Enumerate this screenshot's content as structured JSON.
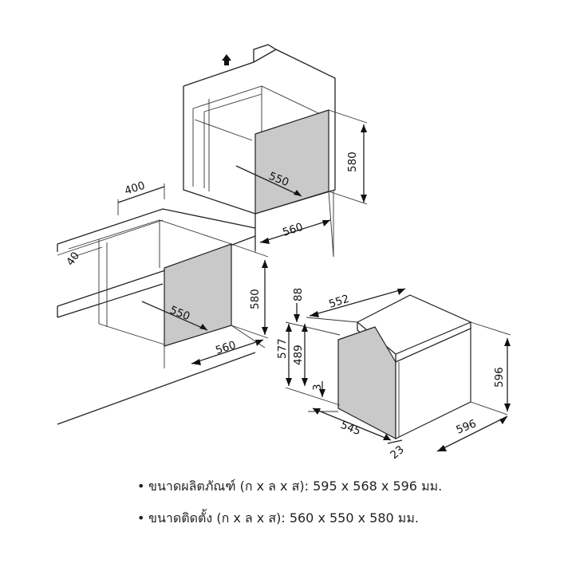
{
  "dimensions": {
    "upper_width": "560",
    "upper_depth": "550",
    "upper_height": "580",
    "lower_top_offset": "400",
    "lower_left_offset": "40",
    "lower_width": "560",
    "lower_depth": "550",
    "lower_height": "580",
    "oven_top_depth": "552",
    "oven_top_offset": "88",
    "oven_height_577": "577",
    "oven_height_489": "489",
    "oven_gap_3": "3",
    "oven_body_depth": "545",
    "oven_door_depth": "23",
    "oven_width": "596",
    "oven_height": "596"
  },
  "specs": [
    "ขนาดผลิตภัณฑ์ (ก x ล x ส): 595 x 568 x 596 มม.",
    "ขนาดติดตั้ง (ก x ล x ส): 560 x 550 x 580 มม."
  ],
  "icons": {
    "airflow_arrow": "up-arrow-icon",
    "bullet": "•"
  }
}
